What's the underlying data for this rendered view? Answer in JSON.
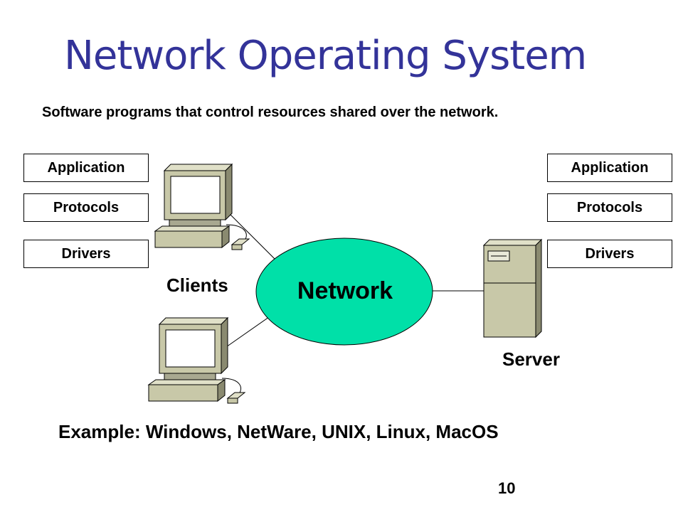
{
  "title": "Network Operating System",
  "subtitle": "Software programs that control resources shared over the network.",
  "client_stack": {
    "application": "Application",
    "protocols": "Protocols",
    "drivers": "Drivers"
  },
  "server_stack": {
    "application": "Application",
    "protocols": "Protocols",
    "drivers": "Drivers"
  },
  "labels": {
    "clients": "Clients",
    "network": "Network",
    "server": "Server"
  },
  "example": "Example: Windows, NetWare, UNIX, Linux, MacOS",
  "page_number": "10",
  "colors": {
    "title": "#333399",
    "network_fill": "#00e0a8",
    "computer_body": "#c8c8a8"
  },
  "icons": [
    "client-computer-icon",
    "client-computer-icon",
    "server-tower-icon"
  ]
}
